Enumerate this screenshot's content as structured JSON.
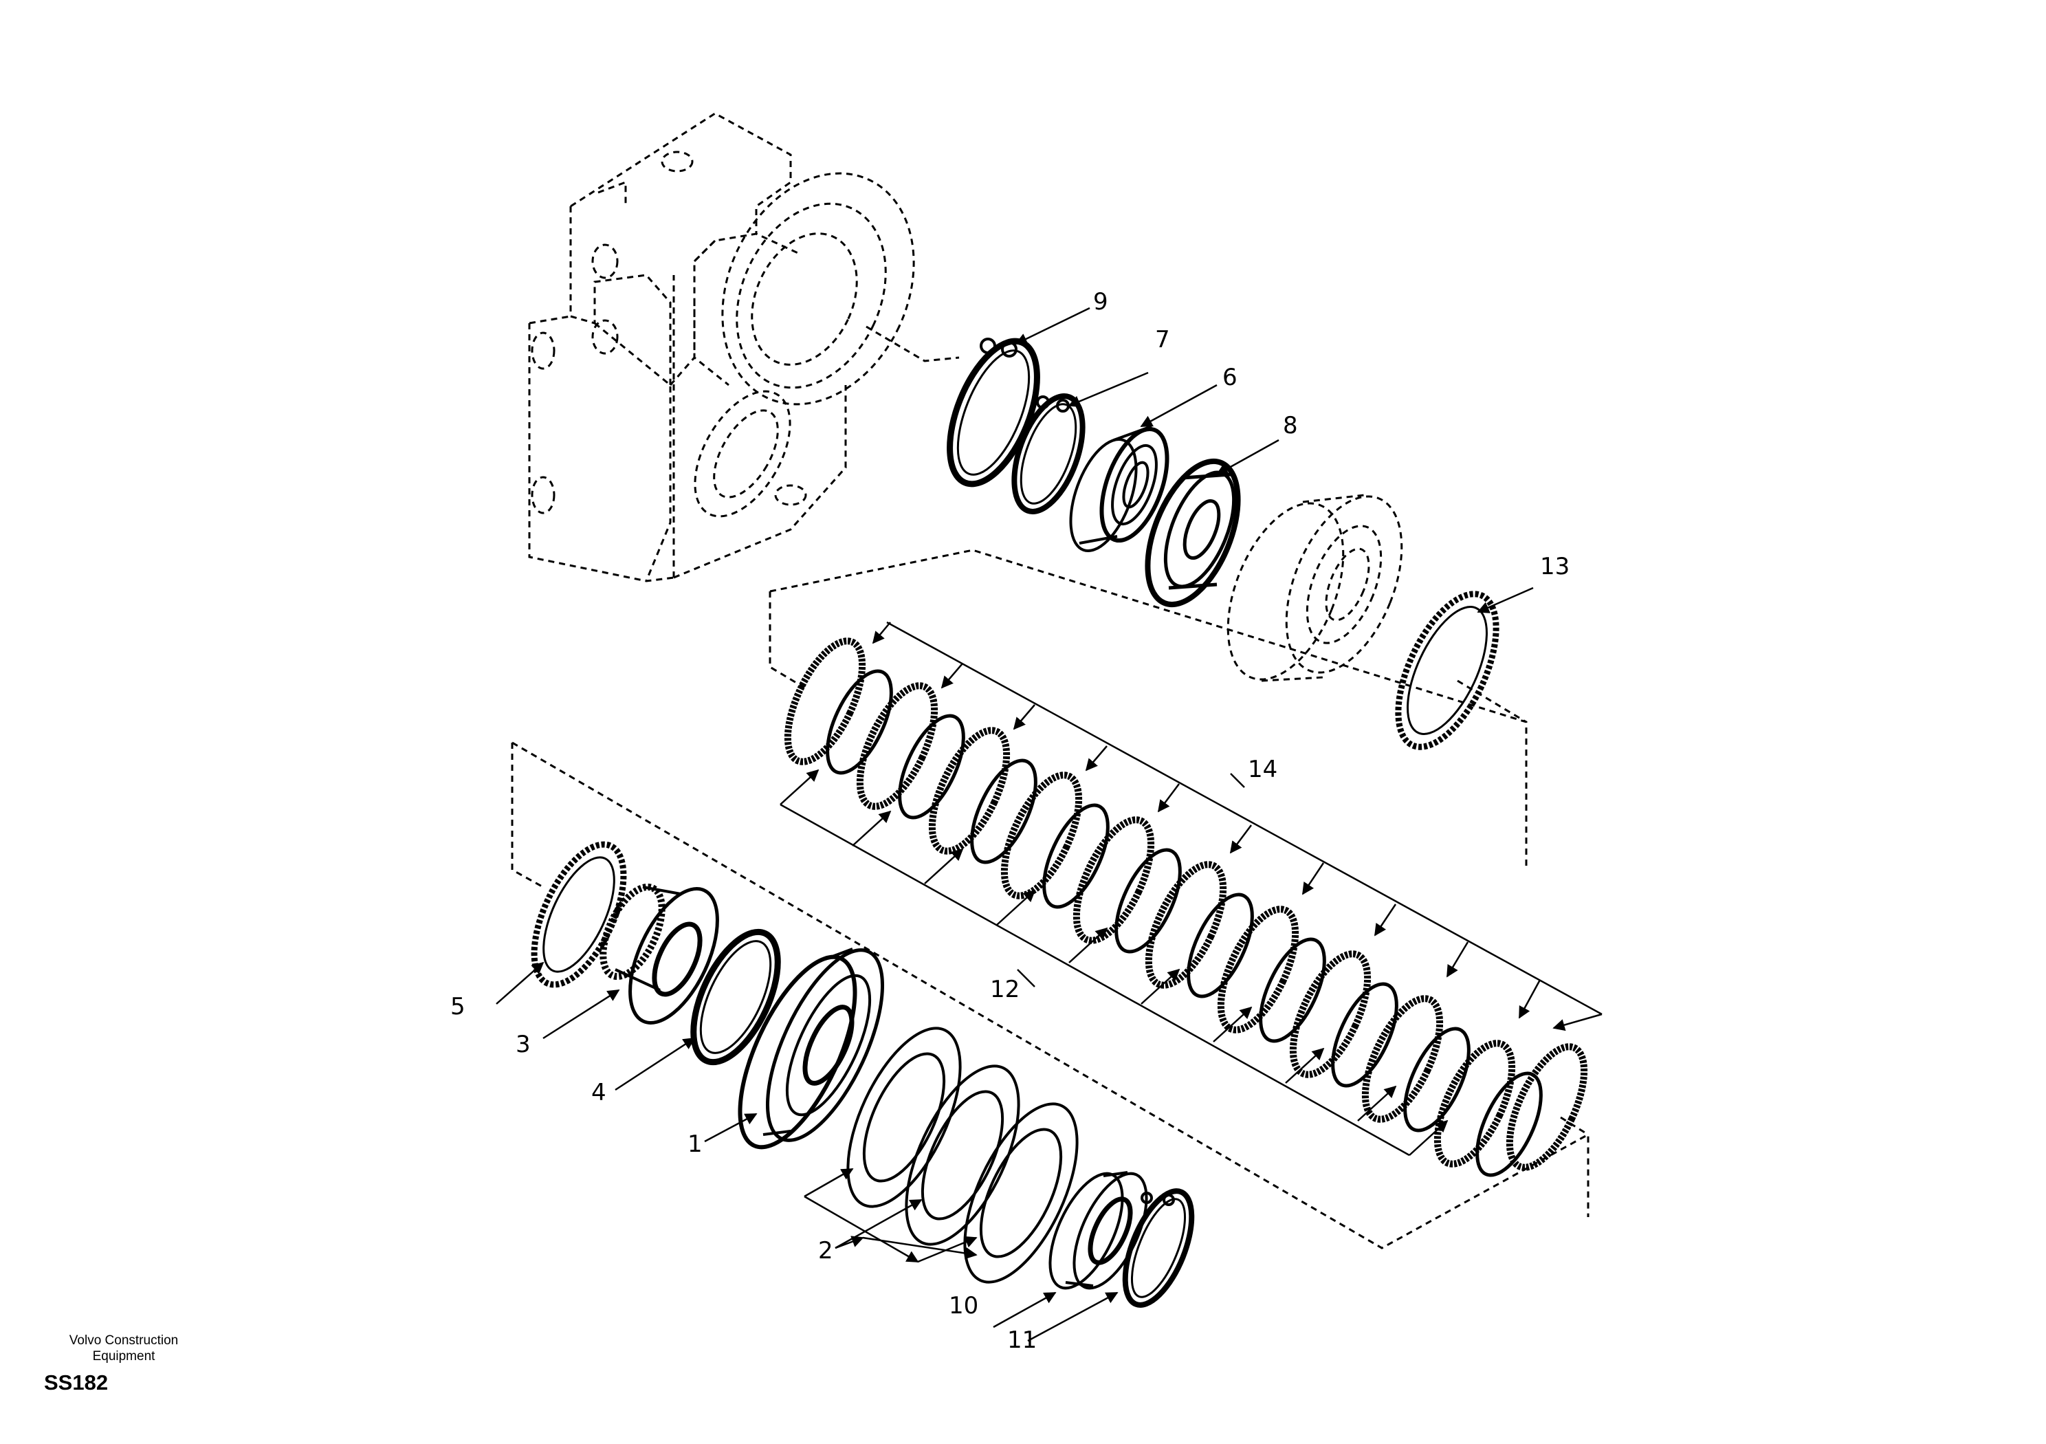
{
  "callouts": {
    "c1": "1",
    "c2": "2",
    "c3": "3",
    "c4": "4",
    "c5": "5",
    "c6": "6",
    "c7": "7",
    "c8": "8",
    "c9": "9",
    "c10": "10",
    "c11": "11",
    "c12": "12",
    "c13": "13",
    "c14": "14"
  },
  "footer": {
    "brand_line1": "Volvo Construction",
    "brand_line2": "Equipment",
    "drawing_code": "SS182"
  },
  "colors": {
    "ink": "#000000",
    "paper": "#ffffff"
  }
}
